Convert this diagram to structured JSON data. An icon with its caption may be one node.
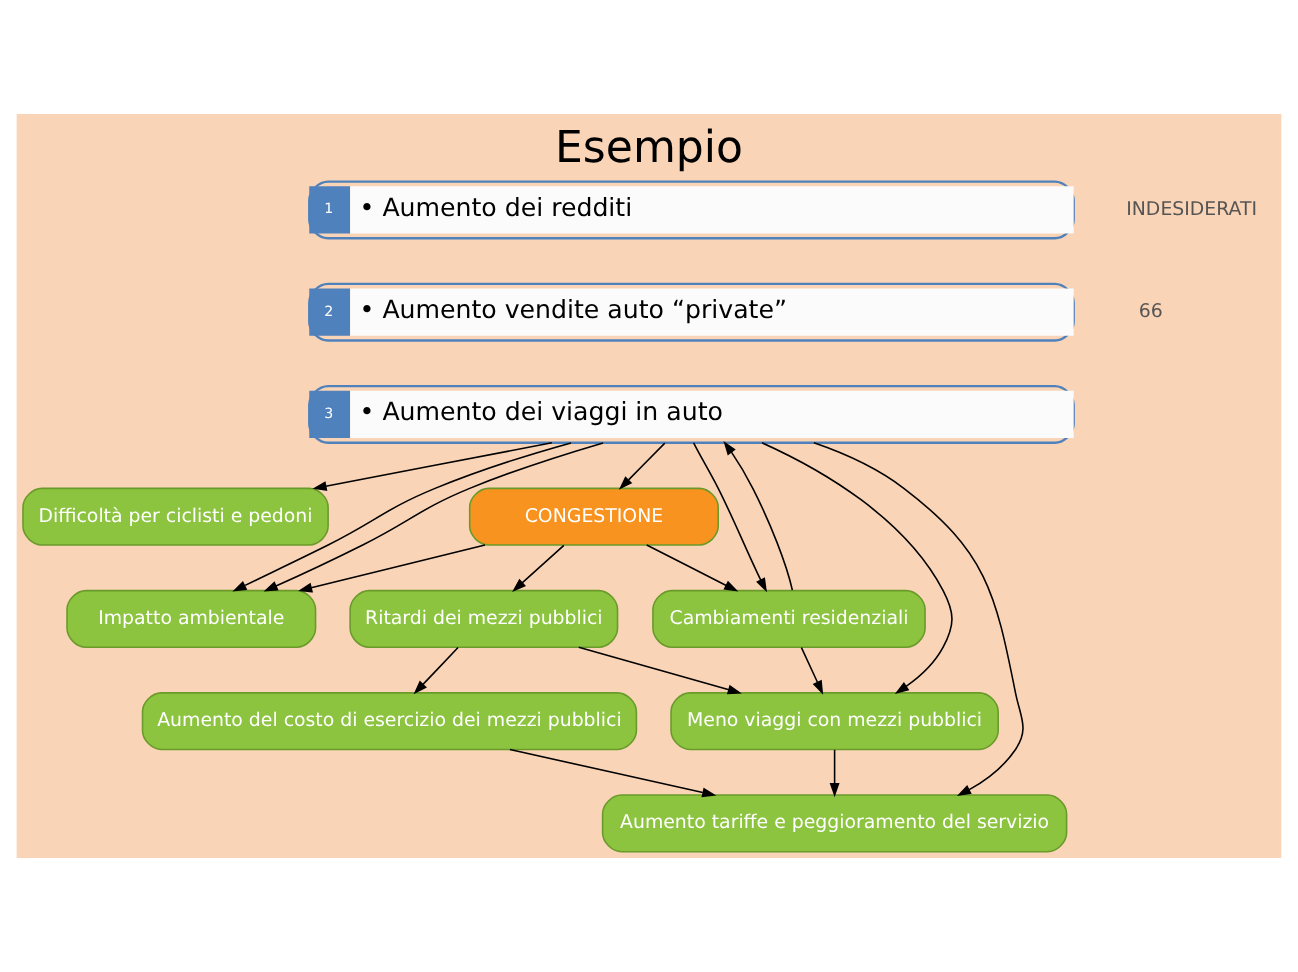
{
  "diagram": {
    "title": "Esempio",
    "nodes": [
      {
        "text": [
          "1",
          "• Aumento dei redditi"
        ]
      },
      {
        "text": [
          "2",
          "• Aumento vendite auto “private”"
        ]
      },
      {
        "text": [
          "3",
          "• Aumento dei viaggi in auto"
        ]
      },
      {
        "text": [
          "Difficoltà per ciclisti e pedoni"
        ]
      },
      {
        "text": [
          "CONGESTIONE"
        ]
      },
      {
        "text": [
          "Impatto ambientale"
        ]
      },
      {
        "text": [
          "Cambiamenti residenziali"
        ]
      },
      {
        "text": [
          "Ritardi dei mezzi pubblici"
        ]
      },
      {
        "text": [
          "Meno viaggi con mezzi pubblici"
        ]
      },
      {
        "text": [
          "Aumento del costo di esercizio dei mezzi pubblici"
        ]
      },
      {
        "text": [
          "Aumento tariffe e peggioramento del servizio"
        ]
      }
    ],
    "edges": [
      {
        "from": 2,
        "to": 3,
        "arrow": "to"
      },
      {
        "from": 2,
        "to": 4,
        "arrow": "to"
      },
      {
        "from": 2,
        "to": 5,
        "arrow": "to"
      },
      {
        "from": 4,
        "to": 5,
        "arrow": "to"
      },
      {
        "from": 4,
        "to": 6,
        "arrow": "to"
      },
      {
        "from": 4,
        "to": 7,
        "arrow": "to"
      },
      {
        "from": 6,
        "to": 2,
        "arrow": "to"
      },
      {
        "from": 6,
        "to": 8,
        "arrow": "to"
      },
      {
        "from": 7,
        "to": 8,
        "arrow": "to"
      },
      {
        "from": 7,
        "to": 9,
        "arrow": "to"
      },
      {
        "from": 9,
        "to": 10,
        "arrow": "to"
      },
      {
        "from": 8,
        "to": 10,
        "arrow": "to"
      },
      {
        "from": 2,
        "to": 5,
        "arrow": "to"
      },
      {
        "from": 2,
        "to": 6,
        "arrow": "to"
      },
      {
        "from": 2,
        "to": 8,
        "arrow": "to"
      },
      {
        "from": 2,
        "to": 10,
        "arrow": "to"
      }
    ],
    "labels": [
      "INDESIDERATI",
      "66"
    ]
  }
}
